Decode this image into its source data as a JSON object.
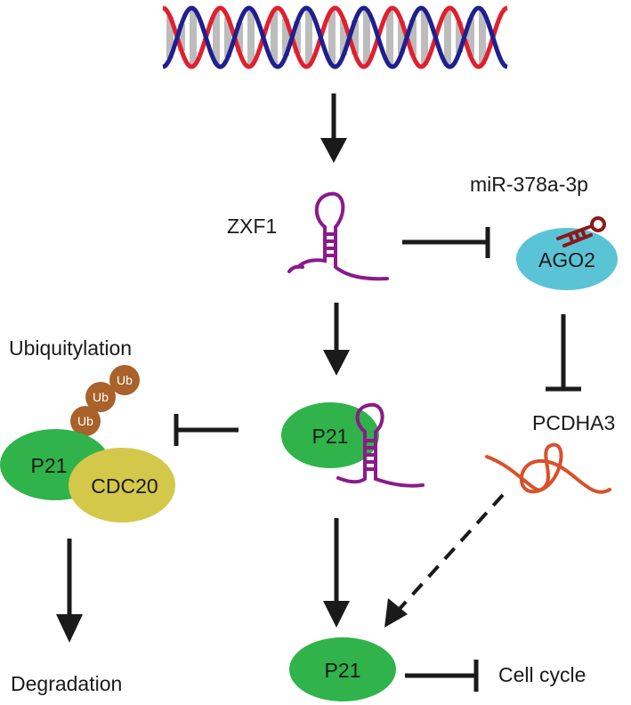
{
  "labels": {
    "zxf1": "ZXF1",
    "mirna": "miR-378a-3p",
    "ago2": "AGO2",
    "ubiquitylation": "Ubiquitylation",
    "ub": "Ub",
    "p21_complex": "P21",
    "cdc20": "CDC20",
    "p21_bound": "P21",
    "pcdha3": "PCDHA3",
    "degradation": "Degradation",
    "p21_final": "P21",
    "cell_cycle": "Cell cycle"
  },
  "colors": {
    "dna_red": "#e0202f",
    "dna_blue": "#1f1f8f",
    "dna_rung": "#bcbcbc",
    "rna_purple": "#8b1a8b",
    "ago2_cyan": "#5bc3d6",
    "mirna_darkred": "#8b1a1a",
    "ub_brown": "#a8622a",
    "p21_green": "#2fb34a",
    "cdc20_yellow": "#d4c84a",
    "pcdha3_orange": "#d9502a",
    "arrow_black": "#1a1a1a"
  },
  "icons": {
    "dna": "dna-double-helix-icon",
    "lncrna": "lncrna-hairpin-icon",
    "mirna": "mirna-hairpin-icon",
    "mrna": "pcdha3-mrna-strand-icon"
  }
}
